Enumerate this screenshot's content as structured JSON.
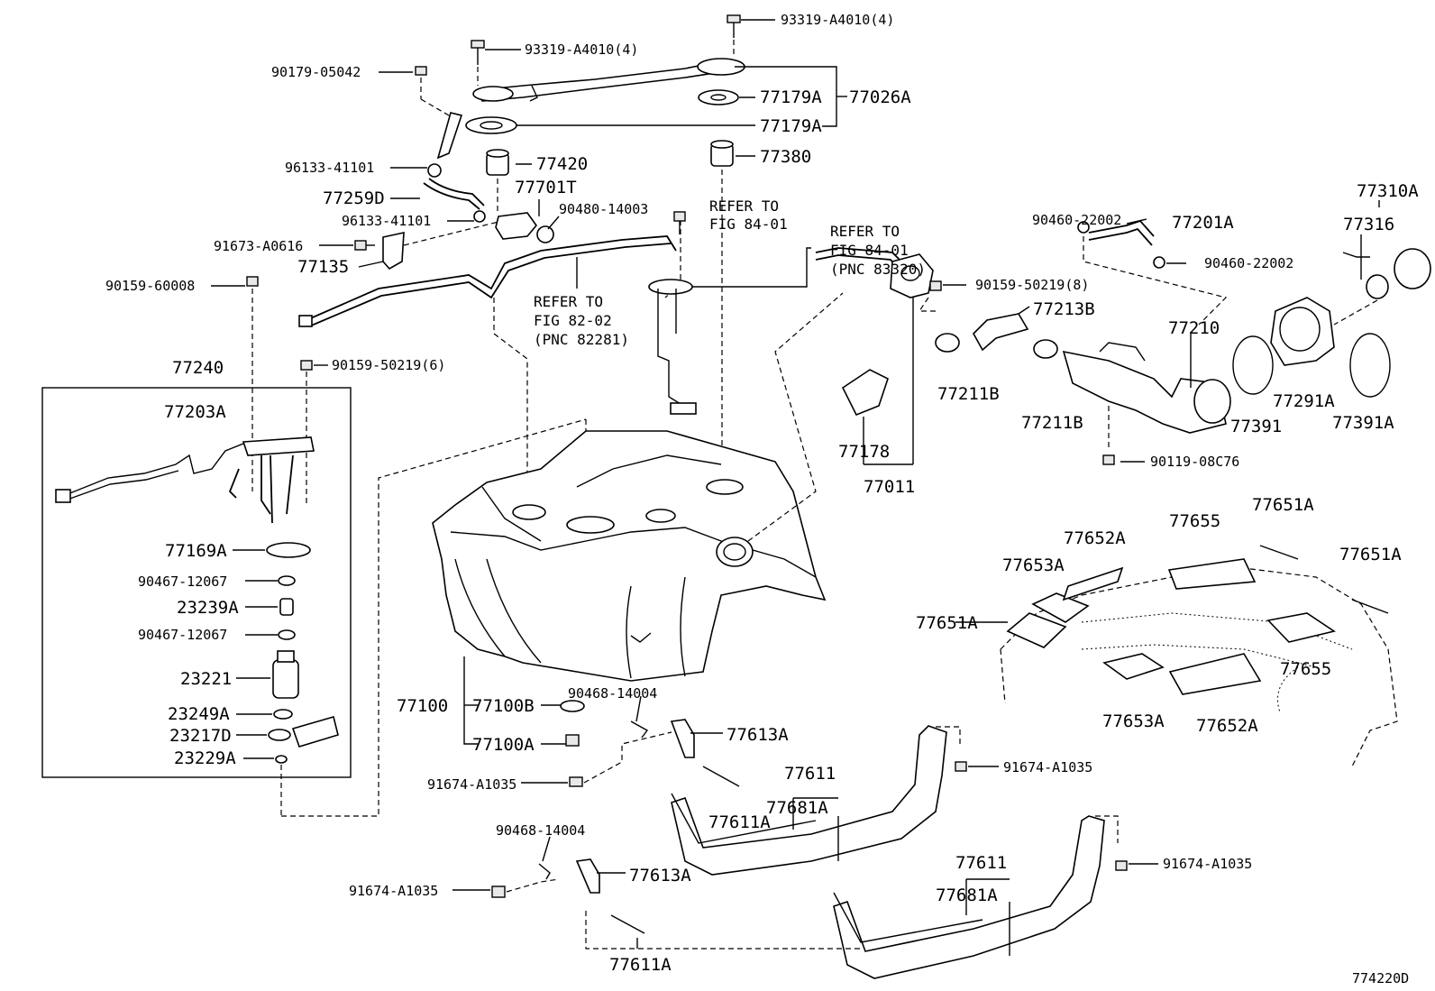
{
  "figure_id": "774220D",
  "labels": {
    "p93319_top": "93319-A4010(4)",
    "p93319_left": "93319-A4010(4)",
    "p90179": "90179-05042",
    "p77179A_a": "77179A",
    "p77179A_b": "77179A",
    "p77026A": "77026A",
    "p96133_a": "96133-41101",
    "p96133_b": "96133-41101",
    "p77420": "77420",
    "p77380": "77380",
    "p77259D": "77259D",
    "p77701T": "77701T",
    "p90480": "90480-14003",
    "p91673": "91673-A0616",
    "p77135": "77135",
    "p90159_60008": "90159-60008",
    "p90159_50219_6": "90159-50219(6)",
    "p90159_50219_8": "90159-50219(8)",
    "p77240": "77240",
    "p77203A": "77203A",
    "p77169A": "77169A",
    "p90467_a": "90467-12067",
    "p23239A": "23239A",
    "p90467_b": "90467-12067",
    "p23221": "23221",
    "p23249A": "23249A",
    "p23217D": "23217D",
    "p23229A": "23229A",
    "p90460_a": "90460-22002",
    "p90460_b": "90460-22002",
    "p77201A": "77201A",
    "p77213B": "77213B",
    "p77210": "77210",
    "p77310A": "77310A",
    "p77316": "77316",
    "p77211B_a": "77211B",
    "p77211B_b": "77211B",
    "p77178": "77178",
    "p77011": "77011",
    "p77391": "77391",
    "p77291A": "77291A",
    "p77391A": "77391A",
    "p90119": "90119-08C76",
    "p77655_a": "77655",
    "p77655_b": "77655",
    "p77651A_a": "77651A",
    "p77651A_b": "77651A",
    "p77651A_c": "77651A",
    "p77652A_a": "77652A",
    "p77652A_b": "77652A",
    "p77653A_a": "77653A",
    "p77653A_b": "77653A",
    "p77100": "77100",
    "p77100B": "77100B",
    "p77100A": "77100A",
    "p90468_a": "90468-14004",
    "p90468_b": "90468-14004",
    "p77613A_a": "77613A",
    "p77613A_b": "77613A",
    "p91674_a": "91674-A1035",
    "p91674_b": "91674-A1035",
    "p91674_c": "91674-A1035",
    "p91674_d": "91674-A1035",
    "p77611_a": "77611",
    "p77611_b": "77611",
    "p77611A_a": "77611A",
    "p77611A_b": "77611A",
    "p77681A_a": "77681A",
    "p77681A_b": "77681A"
  },
  "references": {
    "ref_fig84_a_l1": "REFER TO",
    "ref_fig84_a_l2": "FIG 84-01",
    "ref_fig84_b_l1": "REFER TO",
    "ref_fig84_b_l2": "FIG 84-01",
    "ref_fig84_b_l3": "(PNC 83320)",
    "ref_fig82_l1": "REFER TO",
    "ref_fig82_l2": "FIG 82-02",
    "ref_fig82_l3": "(PNC 82281)"
  }
}
